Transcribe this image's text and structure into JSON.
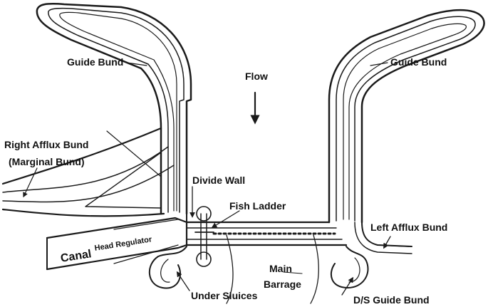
{
  "labels": {
    "guide_bund_left": "Guide Bund",
    "guide_bund_right": "Guide Bund",
    "flow": "Flow",
    "right_afflux_bund_line1": "Right Afflux Bund",
    "right_afflux_bund_line2": "(Marginal Bund)",
    "divide_wall": "Divide Wall",
    "fish_ladder": "Fish Ladder",
    "left_afflux_bund": "Left Afflux Bund",
    "canal": "Canal",
    "head_regulator": "Head Regulator",
    "main_barrage_line1": "Main",
    "main_barrage_line2": "Barrage",
    "under_sluices": "Under Sluices",
    "ds_guide_bund": "D/S Guide Bund"
  },
  "colors": {
    "ink": "#1a1a1a"
  }
}
